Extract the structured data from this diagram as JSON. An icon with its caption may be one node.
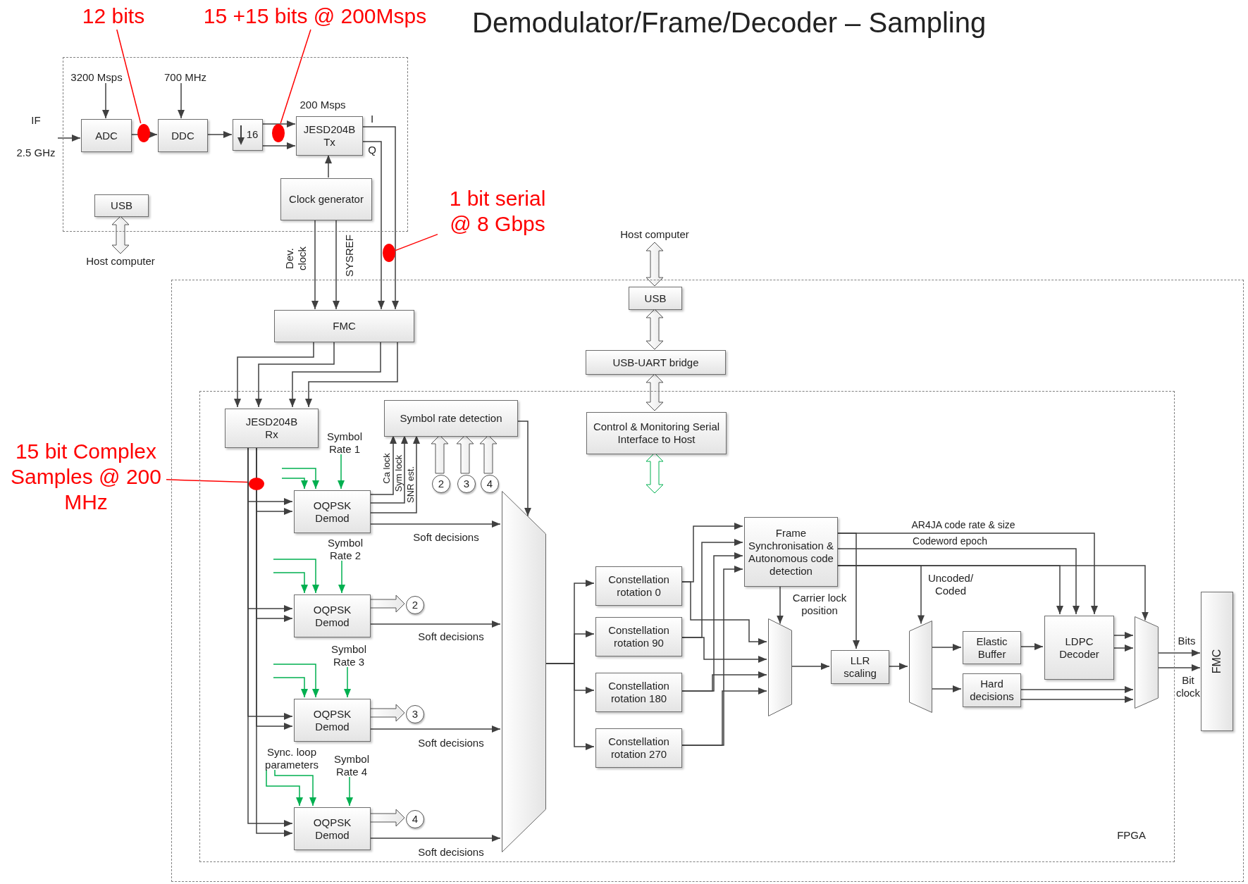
{
  "diagram": {
    "title": "Demodulator/Frame/Decoder – Sampling",
    "nodes": [
      {
        "text": [],
        "shape": "box"
      },
      {
        "text": [],
        "shape": "box"
      },
      {
        "text": [
          "FPGA"
        ],
        "in": 1
      },
      {
        "text": [
          "ADC"
        ],
        "in": 0
      },
      {
        "text": [
          "DDC"
        ],
        "in": 0
      },
      {
        "text": [
          "16"
        ],
        "in": 0
      },
      {
        "text": [
          "JESD204B Tx"
        ],
        "in": 0
      },
      {
        "text": [
          "Clock generator"
        ],
        "in": 0
      },
      {
        "text": [
          "USB"
        ],
        "in": 0
      },
      {
        "text": [
          "Host computer"
        ]
      },
      {
        "text": [
          "FMC"
        ],
        "in": 1
      },
      {
        "text": [
          "USB"
        ],
        "in": 1
      },
      {
        "text": [
          "USB-UART bridge"
        ],
        "in": 1
      },
      {
        "text": [
          "Host computer"
        ]
      },
      {
        "text": [
          "JESD204B Rx"
        ],
        "in": 2
      },
      {
        "text": [
          "Symbol rate detection"
        ],
        "in": 2
      },
      {
        "text": [
          "Control & Monitoring Serial Interface to Host"
        ],
        "in": 2
      },
      {
        "text": [
          "OQPSK Demod"
        ],
        "in": 2
      },
      {
        "text": [
          "OQPSK Demod"
        ],
        "in": 2
      },
      {
        "text": [
          "OQPSK Demod"
        ],
        "in": 2
      },
      {
        "text": [
          "OQPSK Demod"
        ],
        "in": 2
      },
      {
        "text": [
          "2"
        ],
        "in": 2
      },
      {
        "text": [
          "3"
        ],
        "in": 2
      },
      {
        "text": [
          "4"
        ],
        "in": 2
      },
      {
        "text": [
          "2"
        ],
        "in": 2
      },
      {
        "text": [
          "3"
        ],
        "in": 2
      },
      {
        "text": [
          "4"
        ],
        "in": 2
      },
      {
        "text": [],
        "shape": "trapezoid",
        "in": 2
      },
      {
        "text": [
          "Constellation rotation 0"
        ],
        "in": 2
      },
      {
        "text": [
          "Constellation rotation 90"
        ],
        "in": 2
      },
      {
        "text": [
          "Constellation rotation 180"
        ],
        "in": 2
      },
      {
        "text": [
          "Constellation rotation 270"
        ],
        "in": 2
      },
      {
        "text": [
          "Frame Synchronisation & Autonomous code detection"
        ],
        "in": 2
      },
      {
        "text": [],
        "shape": "trapezoid",
        "in": 2
      },
      {
        "text": [
          "LLR scaling"
        ],
        "in": 2
      },
      {
        "text": [],
        "shape": "trapezoid",
        "in": 2
      },
      {
        "text": [
          "Elastic Buffer"
        ],
        "in": 2
      },
      {
        "text": [
          "Hard decisions"
        ],
        "in": 2
      },
      {
        "text": [
          "LDPC Decoder"
        ],
        "in": 2
      },
      {
        "text": [],
        "shape": "trapezoid",
        "in": 2
      },
      {
        "text": [
          "FMC"
        ],
        "in": 1
      },
      {
        "text": [
          "12 bits"
        ]
      },
      {
        "text": [
          "15 +15 bits @ 200Msps"
        ]
      },
      {
        "text": [
          "1 bit serial @ 8 Gbps"
        ]
      },
      {
        "text": [
          "15 bit Complex Samples @ 200 MHz"
        ]
      },
      {
        "text": [
          "IF",
          "2.5 GHz"
        ]
      },
      {
        "text": [
          "3200 Msps"
        ],
        "in": 0
      },
      {
        "text": [
          "700 MHz"
        ],
        "in": 0
      },
      {
        "text": [
          "Symbol Rate 1"
        ],
        "in": 2
      },
      {
        "text": [
          "Symbol Rate 2"
        ],
        "in": 2
      },
      {
        "text": [
          "Symbol Rate 3"
        ],
        "in": 2
      },
      {
        "text": [
          "Sync. loop parameters"
        ],
        "in": 2
      },
      {
        "text": [
          "Symbol Rate 4"
        ],
        "in": 2
      },
      {
        "text": [],
        "shape": "dot",
        "in": 0
      },
      {
        "text": [],
        "shape": "dot",
        "in": 0
      },
      {
        "text": [],
        "shape": "dot"
      },
      {
        "text": [],
        "shape": "dot",
        "in": 2
      }
    ],
    "edges": [
      {
        "from": 45,
        "to": 3,
        "arrow": "to"
      },
      {
        "from": 46,
        "to": 3,
        "arrow": "to"
      },
      {
        "from": 3,
        "to": 4,
        "arrow": "to"
      },
      {
        "from": 47,
        "to": 4,
        "arrow": "to"
      },
      {
        "from": 4,
        "to": 5,
        "arrow": "to"
      },
      {
        "from": 5,
        "to": 6,
        "arrow": "to"
      },
      {
        "from": 5,
        "to": 6,
        "arrow": "to"
      },
      {
        "from": 7,
        "to": 6,
        "arrow": "to"
      },
      {
        "from": 8,
        "to": 9,
        "arrow": "both",
        "style": "thick"
      },
      {
        "from": 6,
        "to": 10,
        "arrow": "to"
      },
      {
        "from": 6,
        "to": 10,
        "arrow": "to"
      },
      {
        "from": 7,
        "to": 10,
        "arrow": "to"
      },
      {
        "from": 7,
        "to": 10,
        "arrow": "to"
      },
      {
        "from": 10,
        "to": 14,
        "arrow": "to"
      },
      {
        "from": 10,
        "to": 14,
        "arrow": "to"
      },
      {
        "from": 10,
        "to": 14,
        "arrow": "to"
      },
      {
        "from": 10,
        "to": 14,
        "arrow": "to"
      },
      {
        "from": 13,
        "to": 11,
        "arrow": "both",
        "style": "thick"
      },
      {
        "from": 11,
        "to": 12,
        "arrow": "both",
        "style": "thick"
      },
      {
        "from": 12,
        "to": 16,
        "arrow": "both",
        "style": "thick"
      },
      {
        "from": 16,
        "to": null,
        "arrow": "both",
        "style": "thick",
        "color": "#00b050"
      },
      {
        "from": 14,
        "to": 17,
        "arrow": "to"
      },
      {
        "from": 14,
        "to": 17,
        "arrow": "to"
      },
      {
        "from": 14,
        "to": 18,
        "arrow": "to"
      },
      {
        "from": 14,
        "to": 18,
        "arrow": "to"
      },
      {
        "from": 14,
        "to": 19,
        "arrow": "to"
      },
      {
        "from": 14,
        "to": 19,
        "arrow": "to"
      },
      {
        "from": 14,
        "to": 20,
        "arrow": "to"
      },
      {
        "from": 14,
        "to": 20,
        "arrow": "to"
      },
      {
        "from": null,
        "to": 17,
        "arrow": "to",
        "color": "#00b050"
      },
      {
        "from": null,
        "to": 17,
        "arrow": "to",
        "color": "#00b050"
      },
      {
        "from": 48,
        "to": 17,
        "arrow": "to",
        "color": "#00b050"
      },
      {
        "from": null,
        "to": 18,
        "arrow": "to",
        "color": "#00b050"
      },
      {
        "from": null,
        "to": 18,
        "arrow": "to",
        "color": "#00b050"
      },
      {
        "from": 49,
        "to": 18,
        "arrow": "to",
        "color": "#00b050"
      },
      {
        "from": null,
        "to": 19,
        "arrow": "to",
        "color": "#00b050"
      },
      {
        "from": null,
        "to": 19,
        "arrow": "to",
        "color": "#00b050"
      },
      {
        "from": 50,
        "to": 19,
        "arrow": "to",
        "color": "#00b050"
      },
      {
        "from": 51,
        "to": 20,
        "arrow": "to",
        "color": "#00b050"
      },
      {
        "from": 51,
        "to": 20,
        "arrow": "to",
        "color": "#00b050"
      },
      {
        "from": 52,
        "to": 20,
        "arrow": "to",
        "color": "#00b050"
      },
      {
        "from": 17,
        "to": 15,
        "arrow": "to"
      },
      {
        "from": 17,
        "to": 15,
        "arrow": "to"
      },
      {
        "from": 17,
        "to": 15,
        "arrow": "to"
      },
      {
        "from": 18,
        "to": 24,
        "arrow": "to",
        "style": "thick"
      },
      {
        "from": 19,
        "to": 25,
        "arrow": "to",
        "style": "thick"
      },
      {
        "from": 20,
        "to": 26,
        "arrow": "to",
        "style": "thick"
      },
      {
        "from": 21,
        "to": 15,
        "arrow": "to",
        "style": "thick"
      },
      {
        "from": 22,
        "to": 15,
        "arrow": "to",
        "style": "thick"
      },
      {
        "from": 23,
        "to": 15,
        "arrow": "to",
        "style": "thick"
      },
      {
        "from": 17,
        "to": 27,
        "arrow": "to"
      },
      {
        "from": 18,
        "to": 27,
        "arrow": "to"
      },
      {
        "from": 19,
        "to": 27,
        "arrow": "to"
      },
      {
        "from": 20,
        "to": 27,
        "arrow": "to"
      },
      {
        "from": 15,
        "to": 27,
        "arrow": "to"
      },
      {
        "from": 27,
        "to": 28,
        "arrow": "to"
      },
      {
        "from": 27,
        "to": 29,
        "arrow": "to"
      },
      {
        "from": 27,
        "to": 30,
        "arrow": "to"
      },
      {
        "from": 27,
        "to": 31,
        "arrow": "to"
      },
      {
        "from": 28,
        "to": 32,
        "arrow": "to"
      },
      {
        "from": 29,
        "to": 32,
        "arrow": "to"
      },
      {
        "from": 30,
        "to": 32,
        "arrow": "to"
      },
      {
        "from": 31,
        "to": 32,
        "arrow": "to"
      },
      {
        "from": 28,
        "to": 33,
        "arrow": "to"
      },
      {
        "from": 29,
        "to": 33,
        "arrow": "to"
      },
      {
        "from": 30,
        "to": 33,
        "arrow": "to"
      },
      {
        "from": 31,
        "to": 33,
        "arrow": "to"
      },
      {
        "from": 32,
        "to": 33,
        "arrow": "to"
      },
      {
        "from": 33,
        "to": 34,
        "arrow": "to"
      },
      {
        "from": 32,
        "to": 34,
        "arrow": "to"
      },
      {
        "from": 34,
        "to": 35,
        "arrow": "to"
      },
      {
        "from": 32,
        "to": 35,
        "arrow": "to"
      },
      {
        "from": 32,
        "to": 38,
        "arrow": "to"
      },
      {
        "from": 32,
        "to": 38,
        "arrow": "to"
      },
      {
        "from": 32,
        "to": 38,
        "arrow": "to"
      },
      {
        "from": 32,
        "to": 39,
        "arrow": "to"
      },
      {
        "from": 35,
        "to": 36,
        "arrow": "to"
      },
      {
        "from": 35,
        "to": 37,
        "arrow": "to"
      },
      {
        "from": 36,
        "to": 38,
        "arrow": "to"
      },
      {
        "from": 38,
        "to": 39,
        "arrow": "to"
      },
      {
        "from": 38,
        "to": 39,
        "arrow": "to"
      },
      {
        "from": 37,
        "to": 39,
        "arrow": "to"
      },
      {
        "from": 37,
        "to": 39,
        "arrow": "to"
      },
      {
        "from": 39,
        "to": 40,
        "arrow": "to"
      },
      {
        "from": 39,
        "to": 40,
        "arrow": "to"
      },
      {
        "from": 41,
        "to": 53,
        "arrow": "none",
        "color": "#ff0000"
      },
      {
        "from": 42,
        "to": 54,
        "arrow": "none",
        "color": "#ff0000"
      },
      {
        "from": 43,
        "to": 55,
        "arrow": "none",
        "color": "#ff0000"
      },
      {
        "from": 44,
        "to": 56,
        "arrow": "none",
        "color": "#ff0000"
      }
    ],
    "labels": [
      "200 Msps",
      "I",
      "Q",
      "Dev. clock",
      "SYSREF",
      "Ca lock",
      "Sym lock",
      "SNR est.",
      "Soft decisions",
      "Soft decisions",
      "Soft decisions",
      "Soft decisions",
      "AR4JA code rate & size",
      "Codeword epoch",
      "Carrier lock position",
      "Uncoded/ Coded",
      "Bits",
      "Bit clock"
    ]
  }
}
